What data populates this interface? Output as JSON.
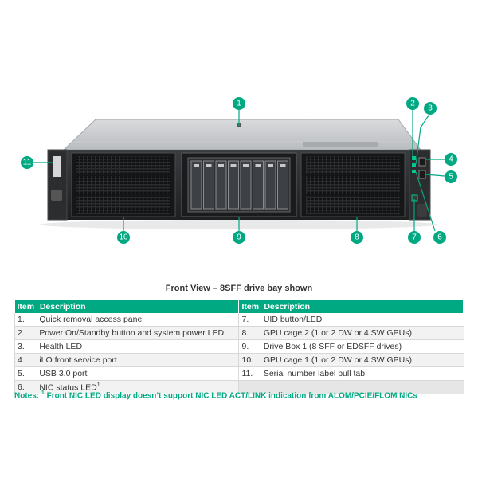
{
  "caption": "Front View – 8SFF drive bay shown",
  "table": {
    "headers": {
      "item": "Item",
      "description": "Description"
    },
    "left_rows": [
      {
        "item": "1.",
        "description": "Quick removal access panel"
      },
      {
        "item": "2.",
        "description": "Power On/Standby button and system power LED"
      },
      {
        "item": "3.",
        "description": "Health LED"
      },
      {
        "item": "4.",
        "description": "iLO front service port"
      },
      {
        "item": "5.",
        "description": "USB 3.0 port"
      },
      {
        "item": "6.",
        "description": "NIC status LED",
        "sup": "1"
      }
    ],
    "right_rows": [
      {
        "item": "7.",
        "description": "UID button/LED"
      },
      {
        "item": "8.",
        "description": "GPU cage 2 (1 or 2 DW or 4 SW GPUs)"
      },
      {
        "item": "9.",
        "description": "Drive Box 1 (8 SFF or EDSFF drives)"
      },
      {
        "item": "10.",
        "description": "GPU cage 1 (1 or 2 DW or 4 SW GPUs)"
      },
      {
        "item": "11.",
        "description": "Serial number label pull tab"
      }
    ]
  },
  "notes": {
    "label": "Notes:",
    "sup": "1",
    "text": " Front NIC LED display doesn’t support NIC LED ACT/LINK indication from ALOM/PCIE/FLOM NICs"
  },
  "callouts": [
    "1",
    "2",
    "3",
    "4",
    "5",
    "6",
    "7",
    "8",
    "9",
    "10",
    "11"
  ],
  "colors": {
    "accent": "#01a982"
  }
}
